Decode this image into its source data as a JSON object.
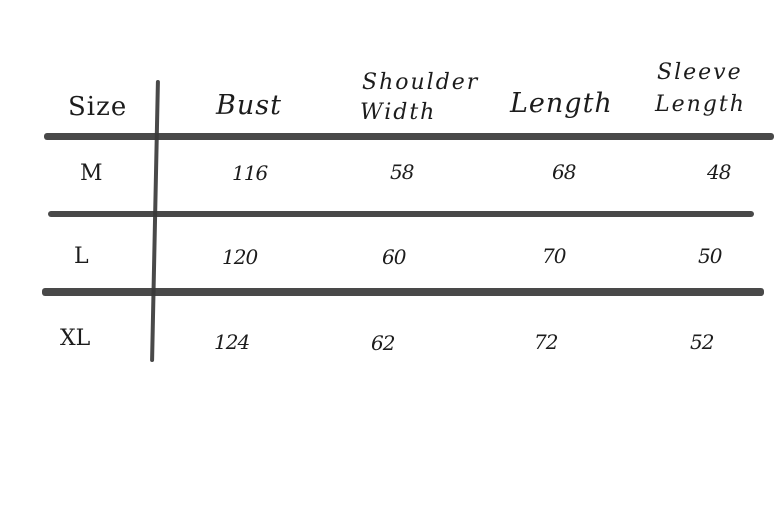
{
  "table": {
    "headers": {
      "size": "Size",
      "bust": "Bust",
      "shoulder_line1": "Shoulder",
      "shoulder_line2": "Width",
      "length": "Length",
      "sleeve_line1": "Sleeve",
      "sleeve_line2": "Length"
    },
    "rows": [
      {
        "size": "M",
        "bust": "116",
        "shoulder": "58",
        "length": "68",
        "sleeve": "48"
      },
      {
        "size": "L",
        "bust": "120",
        "shoulder": "60",
        "length": "70",
        "sleeve": "50"
      },
      {
        "size": "XL",
        "bust": "124",
        "shoulder": "62",
        "length": "72",
        "sleeve": "52"
      }
    ]
  }
}
